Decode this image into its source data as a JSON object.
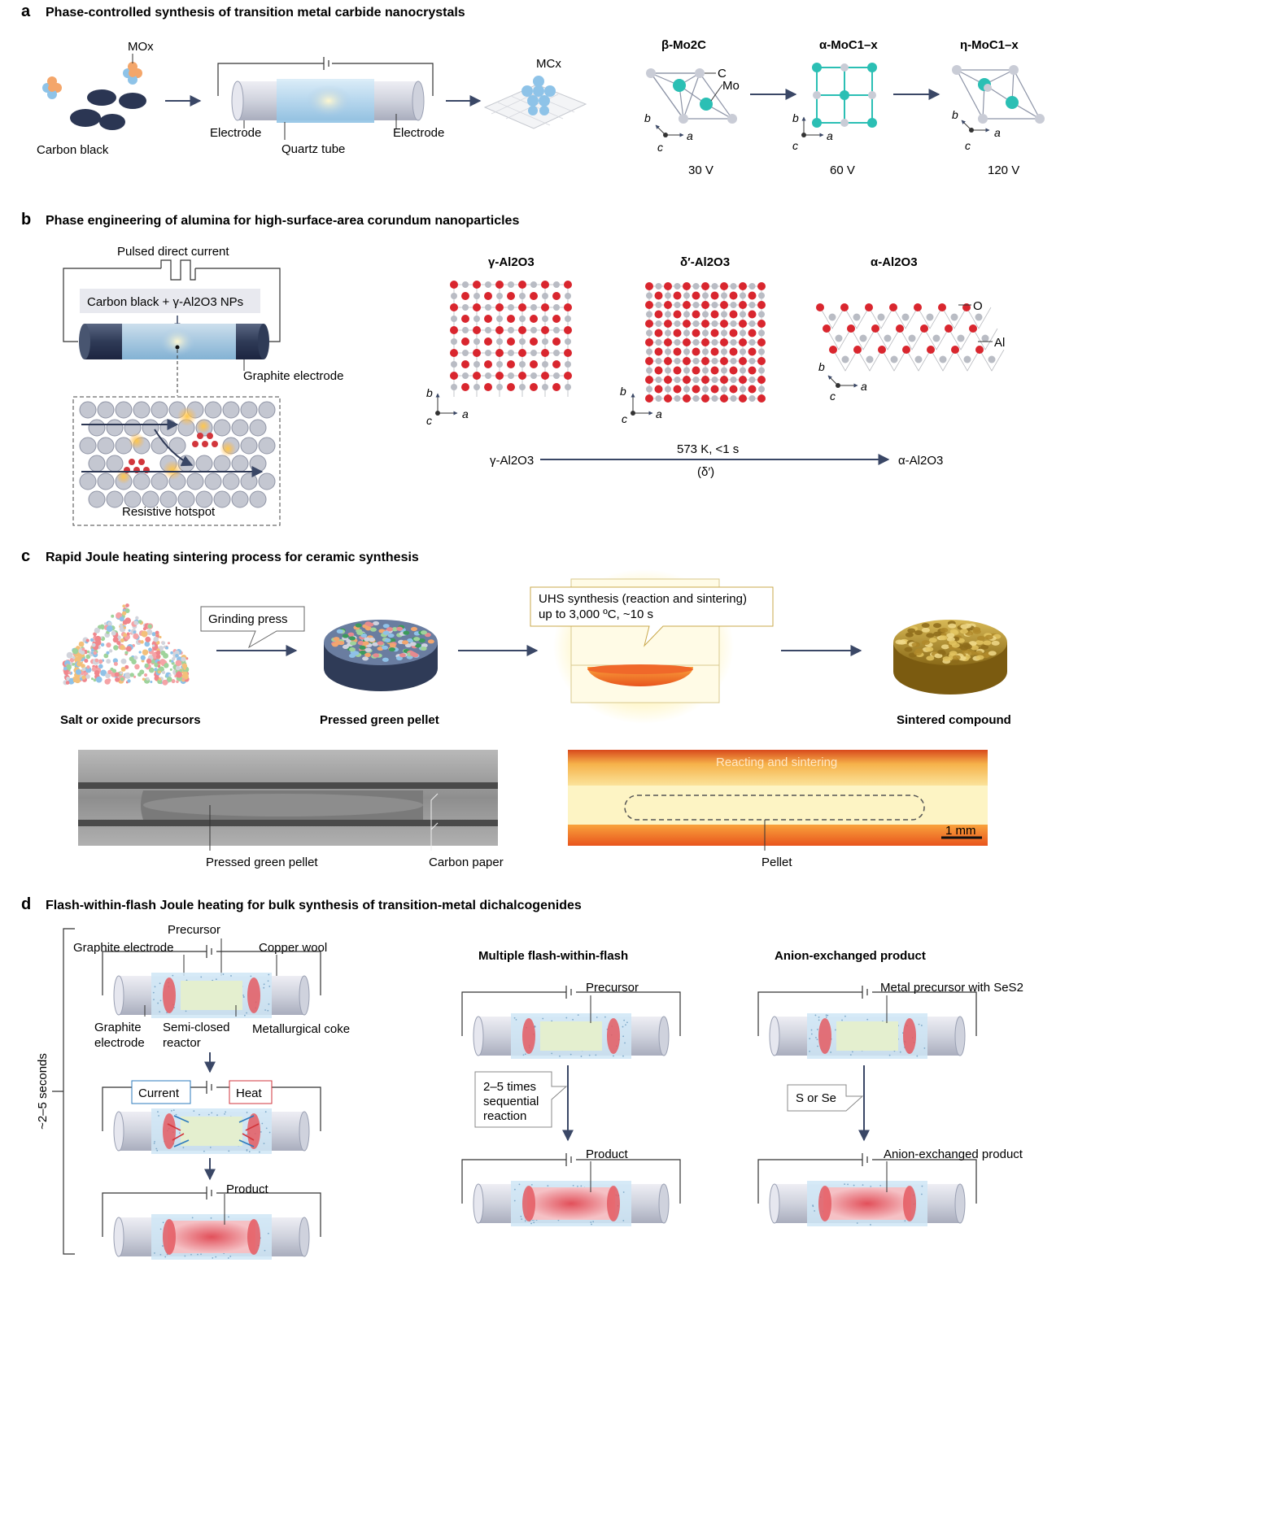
{
  "panel_a": {
    "letter": "a",
    "title": "Phase-controlled synthesis of transition metal carbide nanocrystals",
    "mox": "MOx",
    "mcx": "MCx",
    "carbon_black": "Carbon black",
    "electrode": "Electrode",
    "quartz_tube": "Quartz tube",
    "phases": [
      {
        "name": "β-Mo2C",
        "voltage": "30 V"
      },
      {
        "name": "α-MoC1–x",
        "voltage": "60 V"
      },
      {
        "name": "η-MoC1–x",
        "voltage": "120 V"
      }
    ],
    "atom_c": "C",
    "atom_mo": "Mo",
    "axis_a": "a",
    "axis_b": "b",
    "axis_c": "c"
  },
  "panel_b": {
    "letter": "b",
    "title": "Phase engineering of alumina for high-surface-area corundum nanoparticles",
    "pulsed_current": "Pulsed direct current",
    "feed": "Carbon black + γ-Al2O3 NPs",
    "graphite_electrode": "Graphite electrode",
    "resistive_hotspot": "Resistive hotspot",
    "structures": [
      "γ-Al2O3",
      "δ′-Al2O3",
      "α-Al2O3"
    ],
    "atom_o": "O",
    "atom_al": "Al",
    "reaction_from": "γ-Al2O3",
    "reaction_to": "α-Al2O3",
    "condition": "573 K, <1 s",
    "intermediate": "(δ′)"
  },
  "panel_c": {
    "letter": "c",
    "title": "Rapid Joule heating sintering process for ceramic synthesis",
    "grinding_press": "Grinding press",
    "uhs_line1": "UHS synthesis (reaction and sintering)",
    "uhs_line2": "up to 3,000 ºC, ~10 s",
    "salt_precursors": "Salt or oxide precursors",
    "green_pellet": "Pressed green pellet",
    "sintered": "Sintered compound",
    "photo_green_pellet": "Pressed green pellet",
    "carbon_paper": "Carbon paper",
    "reacting": "Reacting and sintering",
    "scale": "1 mm",
    "pellet": "Pellet"
  },
  "panel_d": {
    "letter": "d",
    "title": "Flash-within-flash Joule heating for bulk synthesis of transition-metal dichalcogenides",
    "seconds": "~2–5 seconds",
    "precursor": "Precursor",
    "graphite_electrode": "Graphite electrode",
    "copper_wool": "Copper wool",
    "graphite": "Graphite",
    "electrode": "electrode",
    "semi_closed": "Semi-closed",
    "reactor": "reactor",
    "metallurgical_coke": "Metallurgical coke",
    "current": "Current",
    "heat": "Heat",
    "product": "Product",
    "multiple_title": "Multiple flash-within-flash",
    "multi_precursor": "Precursor",
    "times_l1": "2–5 times",
    "times_l2": "sequential",
    "times_l3": "reaction",
    "multi_product": "Product",
    "anion_title": "Anion-exchanged product",
    "metal_precursor": "Metal precursor with SeS2",
    "s_or_se": "S or Se",
    "anion_product": "Anion-exchanged product"
  }
}
